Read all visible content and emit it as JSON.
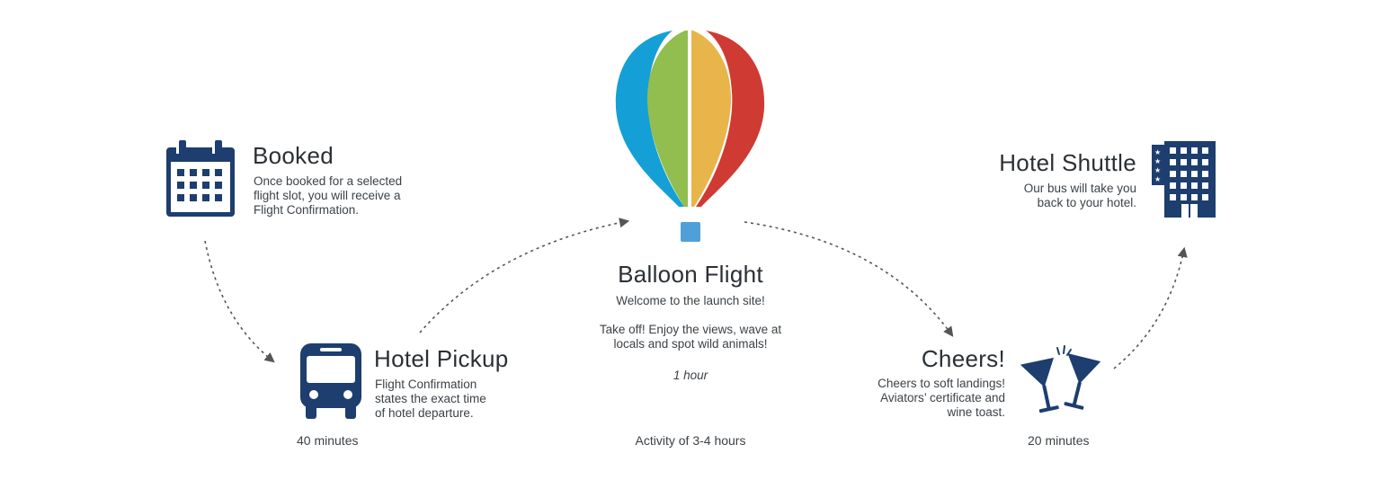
{
  "colors": {
    "navy": "#1d3e6e",
    "balloon_blue": "#14a0d6",
    "balloon_green": "#92bd4f",
    "balloon_yellow": "#e8b54a",
    "balloon_red": "#cf3a33",
    "basket": "#4fa0d8",
    "arrow": "#555555"
  },
  "steps": {
    "booked": {
      "icon": "calendar-icon",
      "title": "Booked",
      "desc_lines": [
        "Once booked for a selected",
        "flight slot, you will receive a",
        "Flight Confirmation."
      ]
    },
    "pickup": {
      "icon": "bus-icon",
      "title": "Hotel Pickup",
      "desc_lines": [
        "Flight Confirmation",
        "states the exact time",
        "of hotel departure."
      ],
      "duration": "40 minutes"
    },
    "flight": {
      "icon": "hot-air-balloon-icon",
      "title": "Balloon Flight",
      "welcome": "Welcome to the launch site!",
      "desc_lines": [
        "Take off! Enjoy the views, wave at",
        "locals and spot wild animals!"
      ],
      "flight_time": "1 hour",
      "duration": "Activity of 3-4 hours"
    },
    "cheers": {
      "icon": "cocktail-glasses-icon",
      "title": "Cheers!",
      "desc_lines": [
        "Cheers to soft landings!",
        "Aviators’ certificate and",
        "wine toast."
      ],
      "duration": "20 minutes"
    },
    "shuttle": {
      "icon": "hotel-building-icon",
      "title": "Hotel Shuttle",
      "desc_lines": [
        "Our bus will take you",
        "back to your hotel."
      ]
    }
  }
}
